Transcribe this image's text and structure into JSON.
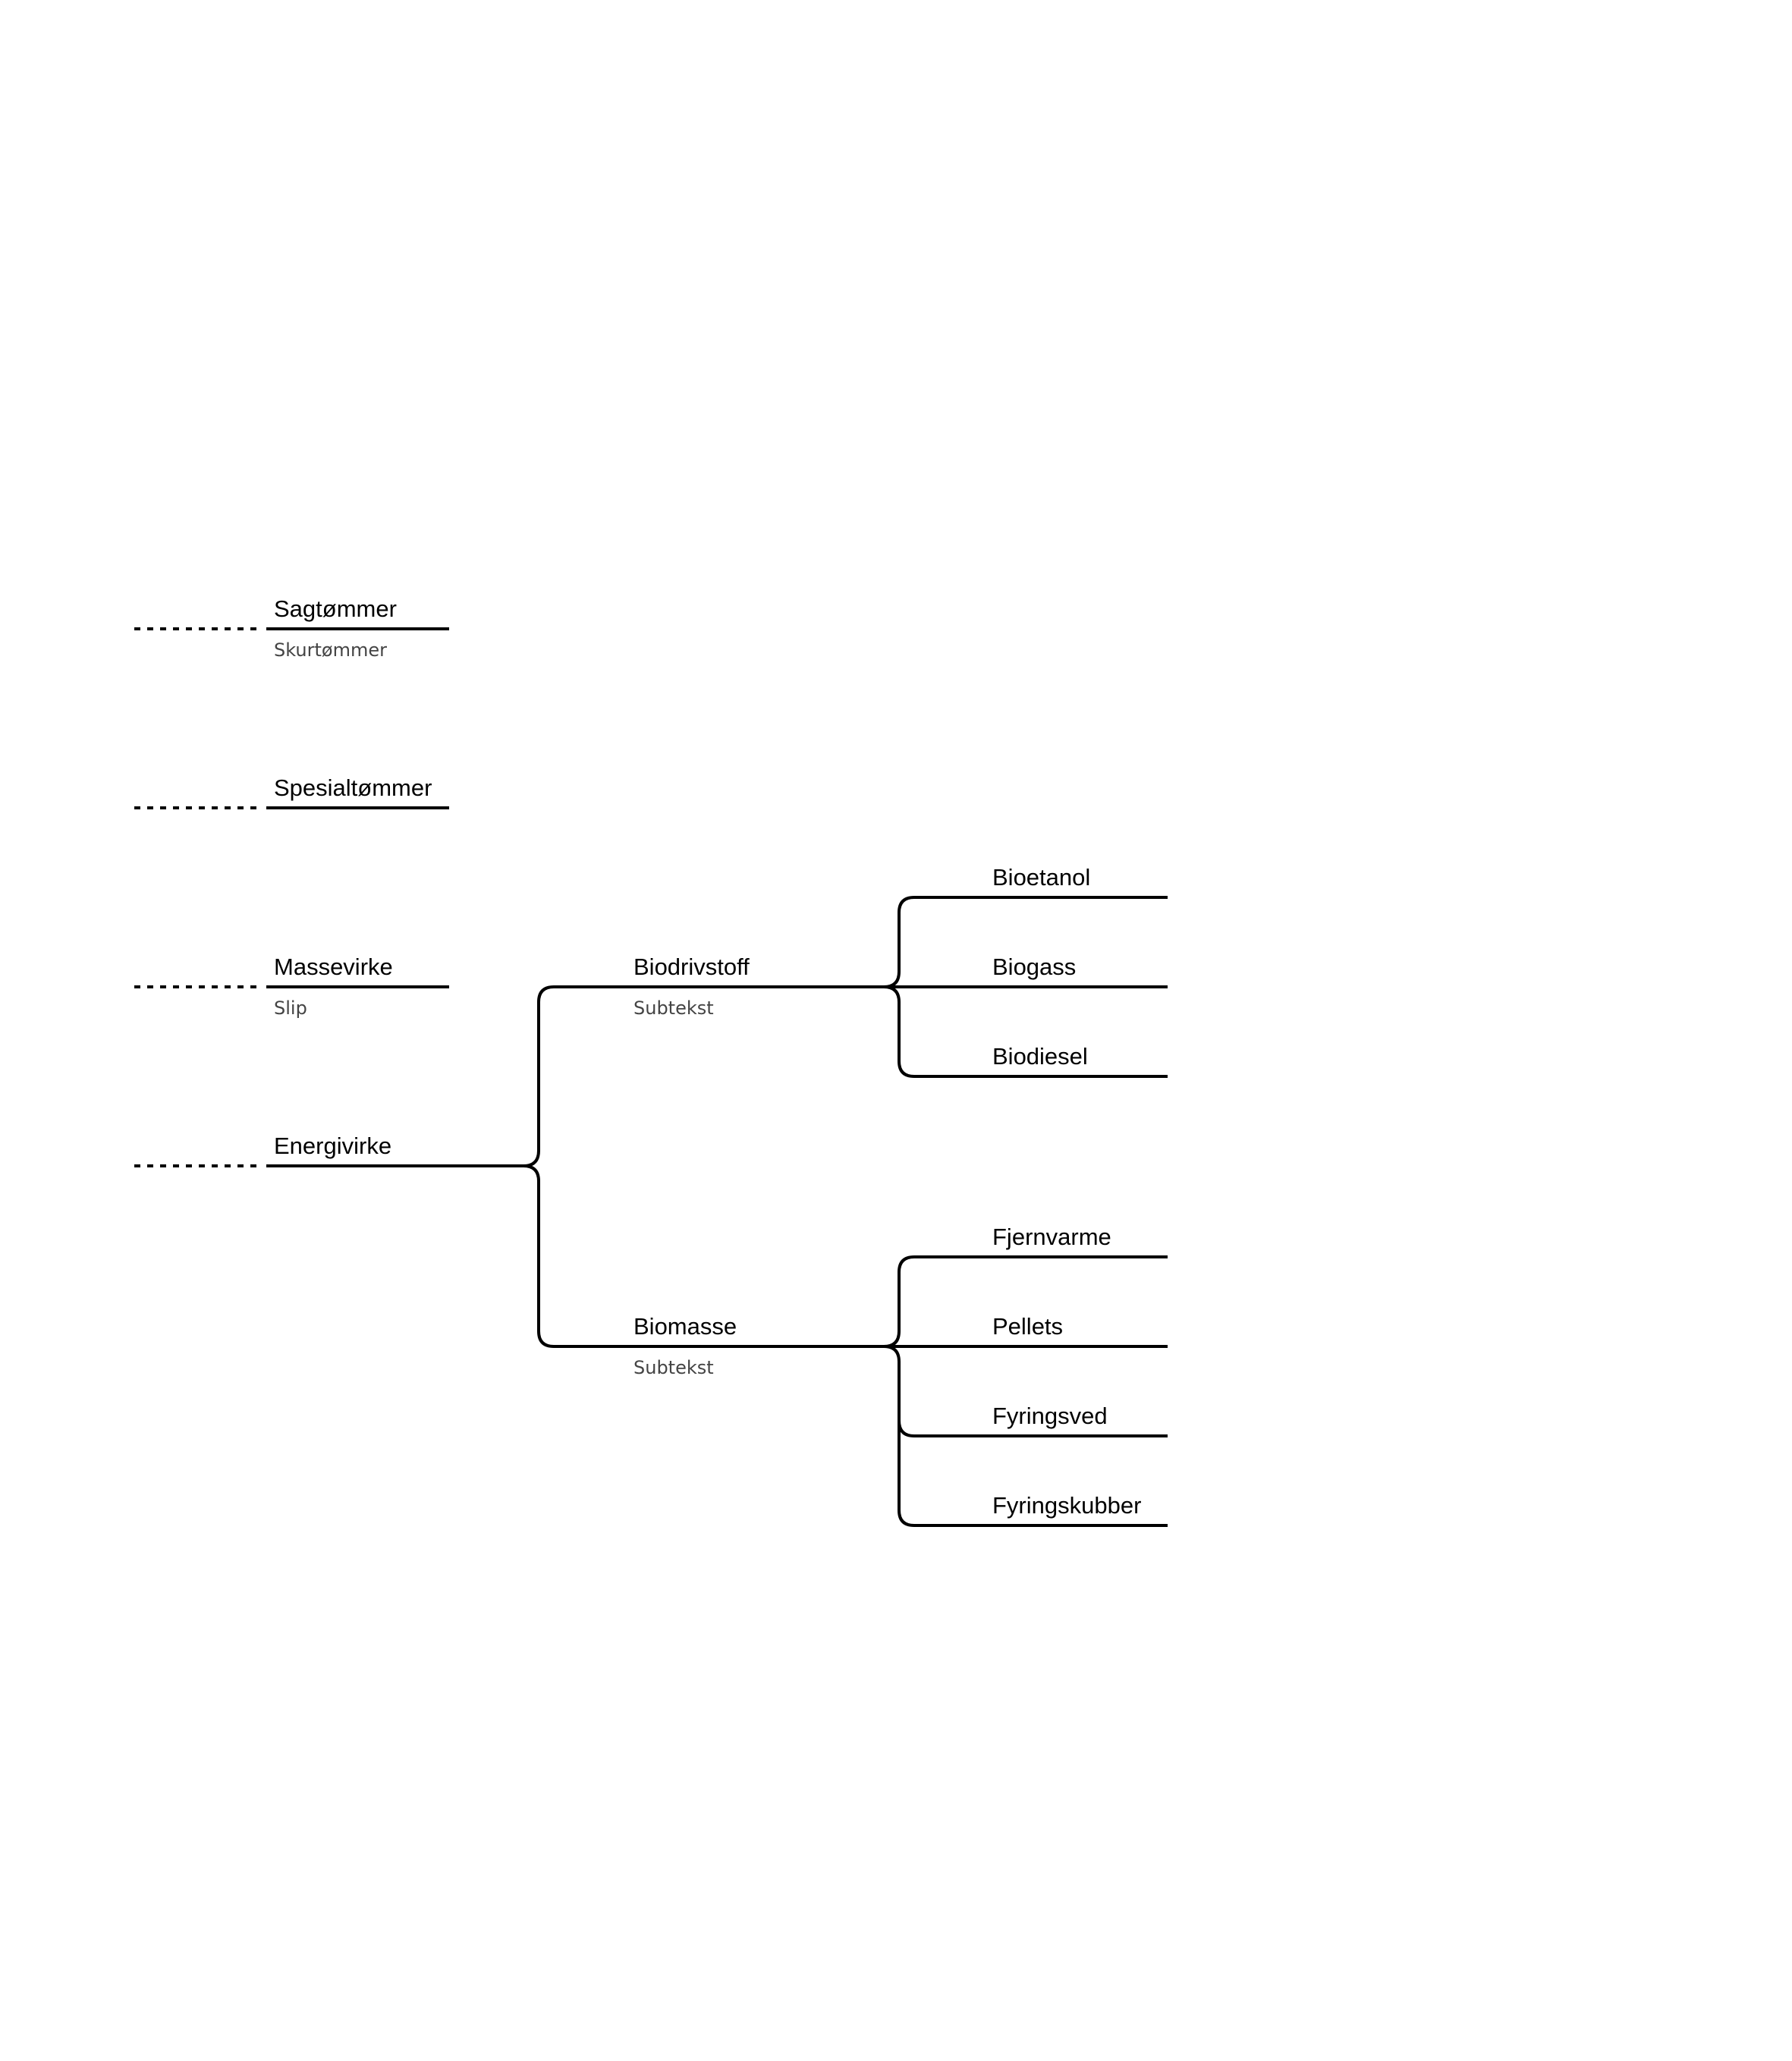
{
  "roots": [
    {
      "label": "Sagtømmer",
      "subtext": "Skurtømmer"
    },
    {
      "label": "Spesialtømmer"
    },
    {
      "label": "Massevirke",
      "subtext": "Slip"
    },
    {
      "label": "Energivirke"
    }
  ],
  "level2": [
    {
      "label": "Biodrivstoff",
      "subtext": "Subtekst",
      "children": [
        "Bioetanol",
        "Biogass",
        "Biodiesel"
      ]
    },
    {
      "label": "Biomasse",
      "subtext": "Subtekst",
      "children": [
        "Fjernvarme",
        "Pellets",
        "Fyringsved",
        "Fyringskubber"
      ]
    }
  ]
}
